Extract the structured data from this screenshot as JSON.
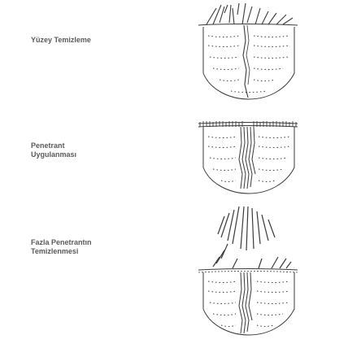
{
  "steps": [
    {
      "lines": [
        "Yüzey Temizleme"
      ]
    },
    {
      "lines": [
        "Penetrant",
        "Uygulanması"
      ]
    },
    {
      "lines": [
        "Fazla Penetrantın",
        "Temizlenmesi"
      ]
    }
  ],
  "colors": {
    "ink": "#3a3a3a",
    "label": "#5a5a5a",
    "background": "#ffffff"
  }
}
